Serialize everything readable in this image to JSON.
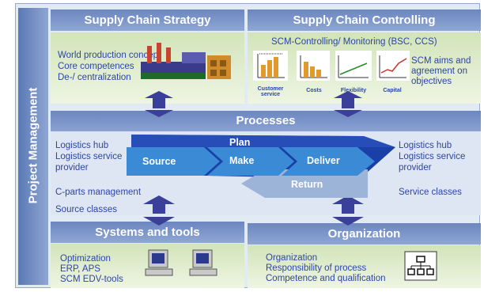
{
  "side_label": "Project Management",
  "strategy": {
    "title": "Supply Chain Strategy",
    "items": [
      "World production concept",
      "Core competences",
      "De-/ centralization"
    ]
  },
  "controlling": {
    "title": "Supply Chain Controlling",
    "subtitle": "SCM-Controlling/ Monitoring (BSC, CCS)",
    "charts": [
      "Customer service",
      "Costs",
      "Flexibility",
      "Capital"
    ],
    "note": "SCM aims and agreement on objectives"
  },
  "processes": {
    "title": "Processes",
    "left_items": [
      "Logistics hub",
      "Logistics service provider",
      "C-parts management",
      "Source classes"
    ],
    "right_items": [
      "Logistics hub",
      "Logistics service provider",
      "Service classes"
    ],
    "flow": {
      "plan": "Plan",
      "source": "Source",
      "make": "Make",
      "deliver": "Deliver",
      "return": "Return"
    }
  },
  "systems": {
    "title": "Systems and tools",
    "items": [
      "Optimization",
      "ERP, APS",
      "SCM EDV-tools"
    ]
  },
  "organization": {
    "title": "Organization",
    "items": [
      "Organization",
      "Responsibility of process",
      "Competence and qualification"
    ]
  },
  "colors": {
    "header": "#7b93c8",
    "text": "#2d44a8",
    "green": "#d9e8c4"
  }
}
